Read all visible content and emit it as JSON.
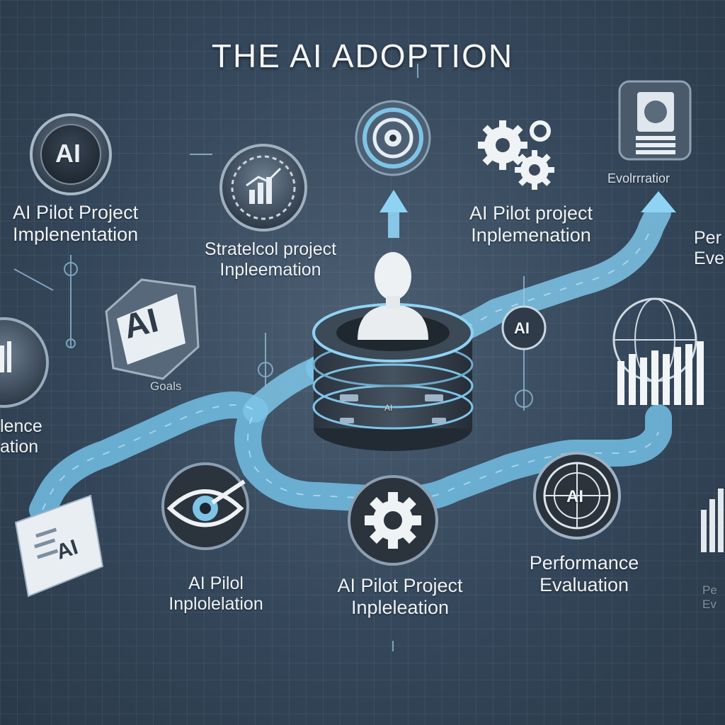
{
  "title": "THE AI  ADOPTION",
  "labels": {
    "top_left": {
      "line1": "AI Pilot Project",
      "line2": "Implenentation"
    },
    "strategy": {
      "line1": "Stratelcol project",
      "line2": "Inpleemation"
    },
    "top_right": {
      "line1": "AI Pilot project",
      "line2": "Inplemenation"
    },
    "evolution": "Evolrrratior",
    "right_edge": {
      "line1": "Per",
      "line2": "Eve"
    },
    "left_edge": {
      "line1": "lence",
      "line2": "ation"
    },
    "goals": "Goals",
    "bottom_left": {
      "line1": "AI Pilol",
      "line2": "Inplolelation"
    },
    "bottom_mid": {
      "line1": "AI Pilot Project",
      "line2": "Inpleleation"
    },
    "bottom_right": {
      "line1": "Performance",
      "line2": "Evaluation"
    },
    "bottom_edge": {
      "line1": "Pe",
      "line2": "Ev"
    }
  },
  "badges": {
    "ai_top_left": "AI",
    "ai_cube": "AI",
    "ai_path": "AI",
    "ai_doc": "AI",
    "ai_server": "AI",
    "ai_compass": "AI"
  },
  "colors": {
    "path": "#7ec4e6",
    "accent": "#8fd3f4",
    "background": "#3a4a5c",
    "icon_dark": "#2b3440"
  }
}
